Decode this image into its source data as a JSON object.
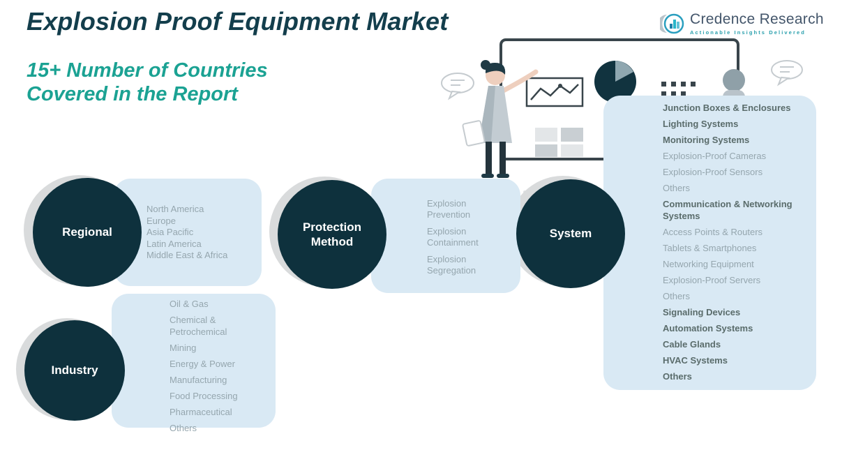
{
  "header": {
    "title": "Explosion Proof Equipment Market",
    "subtitle_line1": "15+ Number of Countries",
    "subtitle_line2": "Covered in the Report"
  },
  "logo": {
    "brand": "Credence Research",
    "tagline": "Actionable Insights Delivered"
  },
  "colors": {
    "title_text": "#133e4c",
    "subtitle_text": "#1ba293",
    "node_circle": "#0e313d",
    "panel_background": "#d9e9f4",
    "item_text": "#95a6ae",
    "item_text_emphasis": "#5a6c6b"
  },
  "segments": {
    "regional": {
      "label": "Regional",
      "items": [
        "North America",
        "Europe",
        "Asia Pacific",
        "Latin America",
        "Middle East & Africa"
      ]
    },
    "protection_method": {
      "label": "Protection Method",
      "items": [
        "Explosion Prevention",
        "Explosion Containment",
        "Explosion Segregation"
      ]
    },
    "system": {
      "label": "System",
      "items": [
        {
          "text": "Junction Boxes & Enclosures",
          "bold": true
        },
        {
          "text": "Lighting Systems",
          "bold": true
        },
        {
          "text": "Monitoring Systems",
          "bold": true
        },
        {
          "text": "Explosion-Proof Cameras",
          "bold": false
        },
        {
          "text": "Explosion-Proof Sensors",
          "bold": false
        },
        {
          "text": "Others",
          "bold": false
        },
        {
          "text": "Communication & Networking Systems",
          "bold": true
        },
        {
          "text": "Access Points & Routers",
          "bold": false
        },
        {
          "text": "Tablets & Smartphones",
          "bold": false
        },
        {
          "text": "Networking Equipment",
          "bold": false
        },
        {
          "text": "Explosion-Proof Servers",
          "bold": false
        },
        {
          "text": "Others",
          "bold": false
        },
        {
          "text": "Signaling Devices",
          "bold": true
        },
        {
          "text": "Automation Systems",
          "bold": true
        },
        {
          "text": "Cable Glands",
          "bold": true
        },
        {
          "text": "HVAC Systems",
          "bold": true
        },
        {
          "text": "Others",
          "bold": true
        }
      ]
    },
    "industry": {
      "label": "Industry",
      "items": [
        "Oil & Gas",
        "Chemical & Petrochemical",
        "Mining",
        "Energy & Power",
        "Manufacturing",
        "Food Processing",
        "Pharmaceutical",
        "Others"
      ]
    }
  }
}
